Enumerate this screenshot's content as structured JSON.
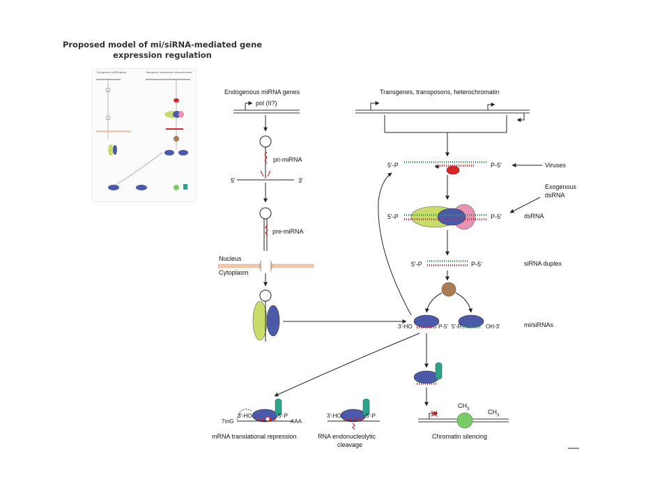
{
  "title": "Proposed model of mi/siRNA-mediated gene expression regulation",
  "labels": {
    "endogenous": "Endogenous miRNA genes",
    "transgenes": "Transgenes, transposons, heterochromatin",
    "pol": "pol (II?)",
    "pri_mirna": "pri-miRNA",
    "five_prime": "5'",
    "three_prime": "3'",
    "pre_mirna": "pre-miRNA",
    "nucleus": "Nucleus",
    "cytoplasm": "Cytoplasm",
    "five_p_left": "5'-P",
    "p_five_right": "P-5'",
    "viruses": "Viruses",
    "exogenous_line1": "Exogenous",
    "exogenous_line2": "dsRNA",
    "dsrna": "dsRNA",
    "sirna_duplex": "siRNA duplex",
    "mi_sirnas": "mi/siRNAs",
    "three_ho": "3'-HO",
    "five_p": "5'-P",
    "oh_three": "OH-3'",
    "seven_mg": "7mG",
    "aaa": "AAA",
    "ch3": "CH",
    "ch3_sub": "3",
    "mrna_repression": "mRNA translational repression",
    "rna_cleavage_line1": "RNA endonucleolytic",
    "rna_cleavage_line2": "cleavage",
    "chromatin": "Chromatin silencing"
  },
  "colors": {
    "rna_red": "#d8242b",
    "rna_green": "#2e9d4a",
    "protein_purple": "#4a5aa8",
    "protein_lime": "#c8dc6a",
    "protein_pink": "#e993b4",
    "protein_brown": "#a97c56",
    "protein_teal": "#2fa38a",
    "protein_green": "#7ccb6a",
    "membrane_peach": "#f4c9a8"
  }
}
